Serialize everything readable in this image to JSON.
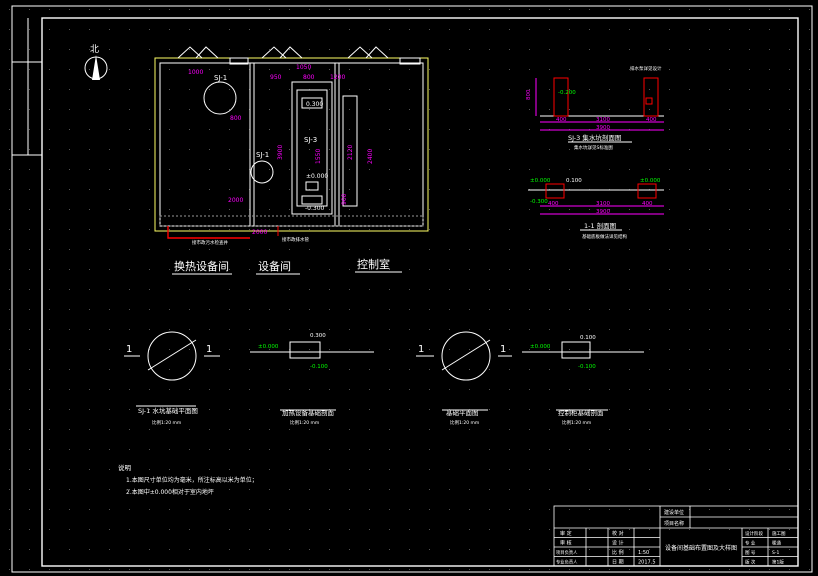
{
  "colors": {
    "background": "#000000",
    "line": "#ffffff",
    "dimension": "#ff00ff",
    "highlight": "#ff0000",
    "accent": "#00ff00",
    "yellow": "#ffff00"
  },
  "north": {
    "label": "北"
  },
  "plan": {
    "rooms": {
      "heat_exchange": "换热设备间",
      "equipment": "设备间",
      "control": "控制室"
    },
    "pits": {
      "sj1_top": "SJ-1",
      "sj1_mid": "SJ-1",
      "sj3": "SJ-3"
    },
    "dims": {
      "d800a": "800",
      "d800b": "800",
      "d1000": "1000",
      "d950": "950",
      "d2000": "2000",
      "d1550": "1550",
      "d2120": "2120",
      "d2400": "2400",
      "d900": "900",
      "d1200": "1200",
      "d3900": "3900",
      "d01": "±0.000",
      "d02": "0.300",
      "d03": "-0.300",
      "d04": "2000",
      "d05": "1050"
    },
    "notes": {
      "pipe_label": "接市政污水检查井",
      "pipe_label2": "接市政排水管"
    }
  },
  "sections": {
    "sj3": {
      "title": "SJ-3  集水坑剖面图",
      "sub": "集水坑详见S标准图",
      "labels": {
        "top_left": "-0.200",
        "top_right": "排水泵详见设计",
        "w1": "400",
        "w2": "3100",
        "w3": "400",
        "total": "3900",
        "h": "800"
      }
    },
    "s11": {
      "title": "1-1 剖面图",
      "sub": "基础底板做法详见结构",
      "labels": {
        "l1": "±0.000",
        "l2": "-0.300",
        "l3": "±0.000",
        "w1": "400",
        "w2": "3100",
        "w3": "400",
        "total": "3900",
        "r1": "0.100"
      }
    }
  },
  "details": [
    {
      "title": "SJ-1 水坑基础平面图",
      "scale": "比例1:20 mm",
      "mark_left": "1",
      "mark_right": "1"
    },
    {
      "title": "加热设备基础剖面",
      "scale": "比例1:20 mm",
      "label_left": "±0.000",
      "label_top": "0.300",
      "label_bottom": "-0.100"
    },
    {
      "title": "基础平面图",
      "scale": "比例1:20 mm",
      "mark_left": "1",
      "mark_right": "1"
    },
    {
      "title": "控制柜基础剖面",
      "scale": "比例1:20 mm",
      "label_left": "±0.000",
      "label_top": "0.100",
      "label_bottom": "-0.100"
    }
  ],
  "notes": {
    "heading": "说明",
    "lines": [
      "1.本图尺寸单位均为毫米，所注标高以米为单位；",
      "2.本图中±0.000相对于室内地坪"
    ]
  },
  "title_block": {
    "left_rows": [
      [
        "审 定",
        "",
        "校 对",
        ""
      ],
      [
        "审 核",
        "",
        "设 计",
        ""
      ],
      [
        "项目负责人",
        "",
        "比 例",
        "1:50"
      ],
      [
        "专业负责人",
        "",
        "日 期",
        "2017.5"
      ]
    ],
    "project_label": "建设单位",
    "project_value": "项目名称",
    "drawing_name": "设备间基础布置图及大样图",
    "right_rows": [
      [
        "设计阶段",
        "施工图"
      ],
      [
        "专 业",
        "暖通"
      ],
      [
        "图 号",
        "S-1"
      ],
      [
        "版 次",
        "第1版"
      ]
    ]
  }
}
